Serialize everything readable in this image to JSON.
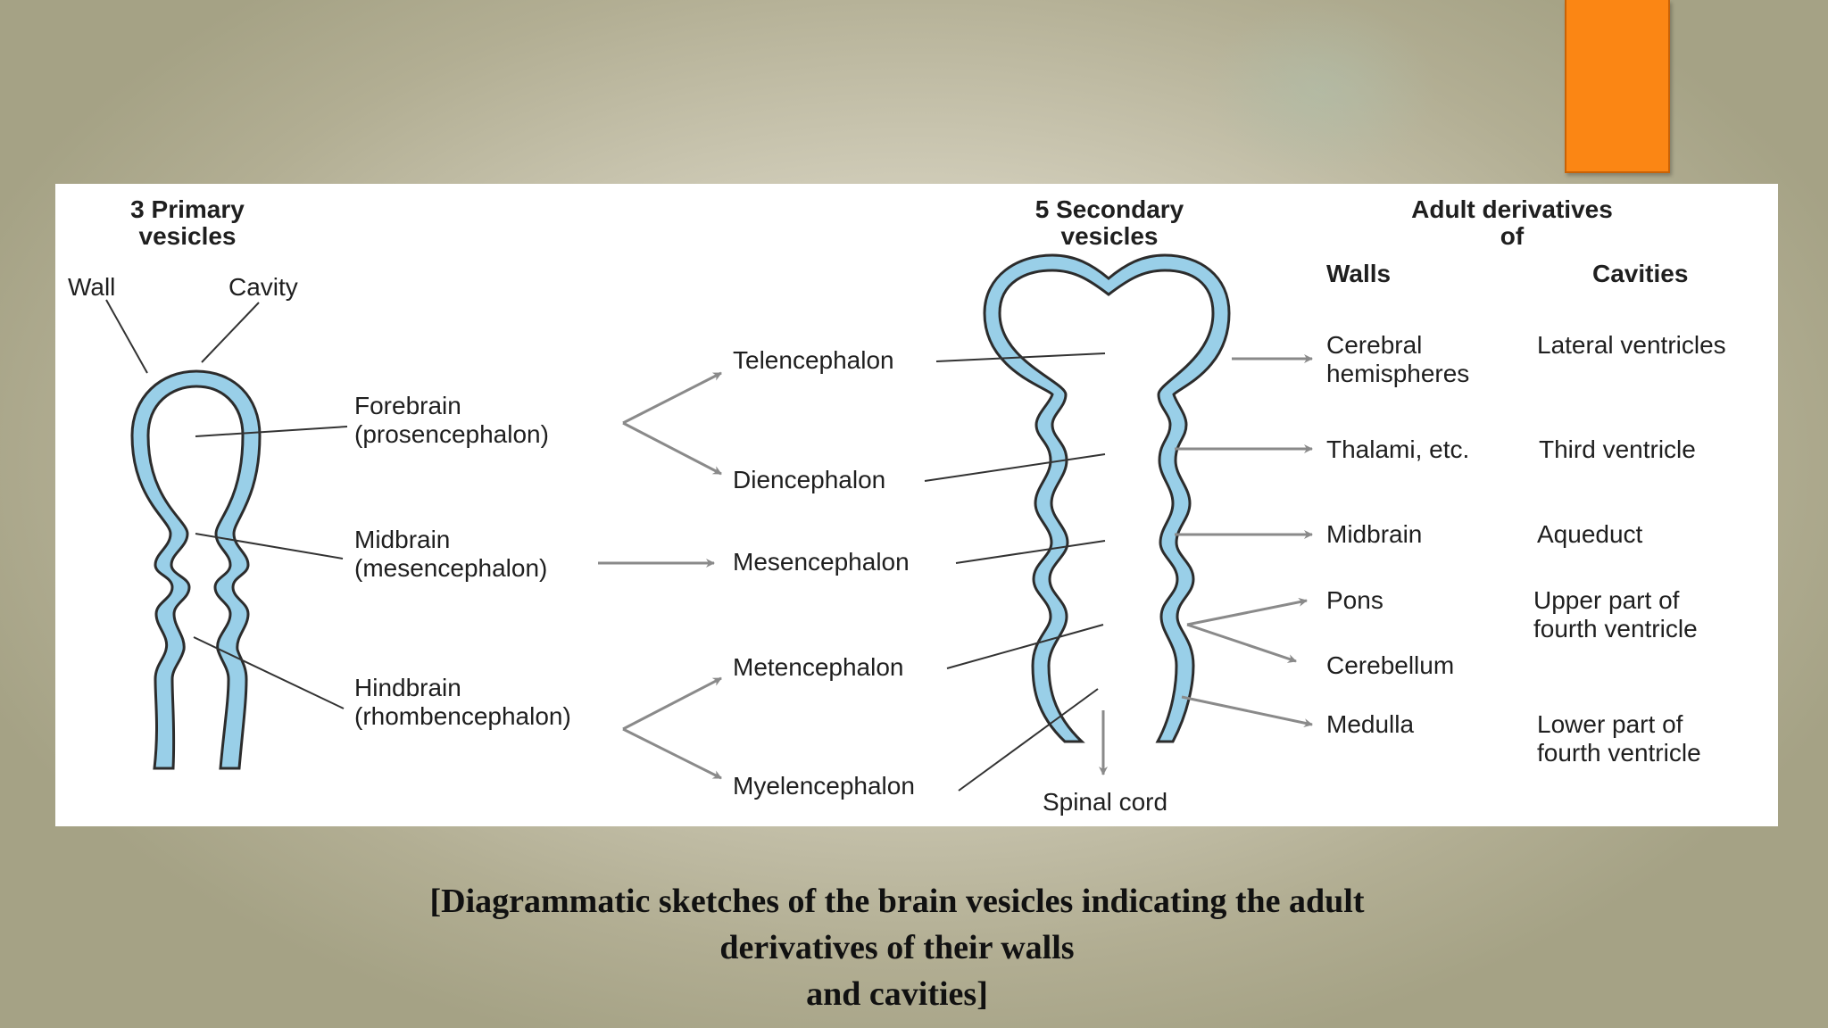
{
  "headers": {
    "primary": [
      "3 Primary",
      "vesicles"
    ],
    "secondary": [
      "5 Secondary",
      "vesicles"
    ],
    "adult": [
      "Adult derivatives",
      "of"
    ],
    "walls": "Walls",
    "cavities": "Cavities"
  },
  "primary_labels": {
    "wall": "Wall",
    "cavity": "Cavity",
    "forebrain": [
      "Forebrain",
      "(prosencephalon)"
    ],
    "midbrain": [
      "Midbrain",
      "(mesencephalon)"
    ],
    "hindbrain": [
      "Hindbrain",
      "(rhombencephalon)"
    ]
  },
  "secondary_labels": {
    "telencephalon": "Telencephalon",
    "diencephalon": "Diencephalon",
    "mesencephalon": "Mesencephalon",
    "metencephalon": "Metencephalon",
    "myelencephalon": "Myelencephalon",
    "spinal_cord": "Spinal cord"
  },
  "walls": {
    "cerebral": [
      "Cerebral",
      "hemispheres"
    ],
    "thalami": "Thalami, etc.",
    "midbrain": "Midbrain",
    "pons": "Pons",
    "cerebellum": "Cerebellum",
    "medulla": "Medulla"
  },
  "cavities": {
    "lateral": "Lateral ventricles",
    "third": "Third ventricle",
    "aqueduct": "Aqueduct",
    "upper_fourth": [
      "Upper part of",
      "fourth ventricle"
    ],
    "lower_fourth": [
      "Lower part of",
      "fourth ventricle"
    ]
  },
  "caption": [
    "[Diagrammatic sketches of the brain vesicles indicating the adult",
    "derivatives of their walls",
    "and cavities]"
  ],
  "colors": {
    "vesicle_fill": "#99cfe8",
    "accent": "#fb8614",
    "line": "#333333",
    "arrow": "#8a8a8a"
  }
}
